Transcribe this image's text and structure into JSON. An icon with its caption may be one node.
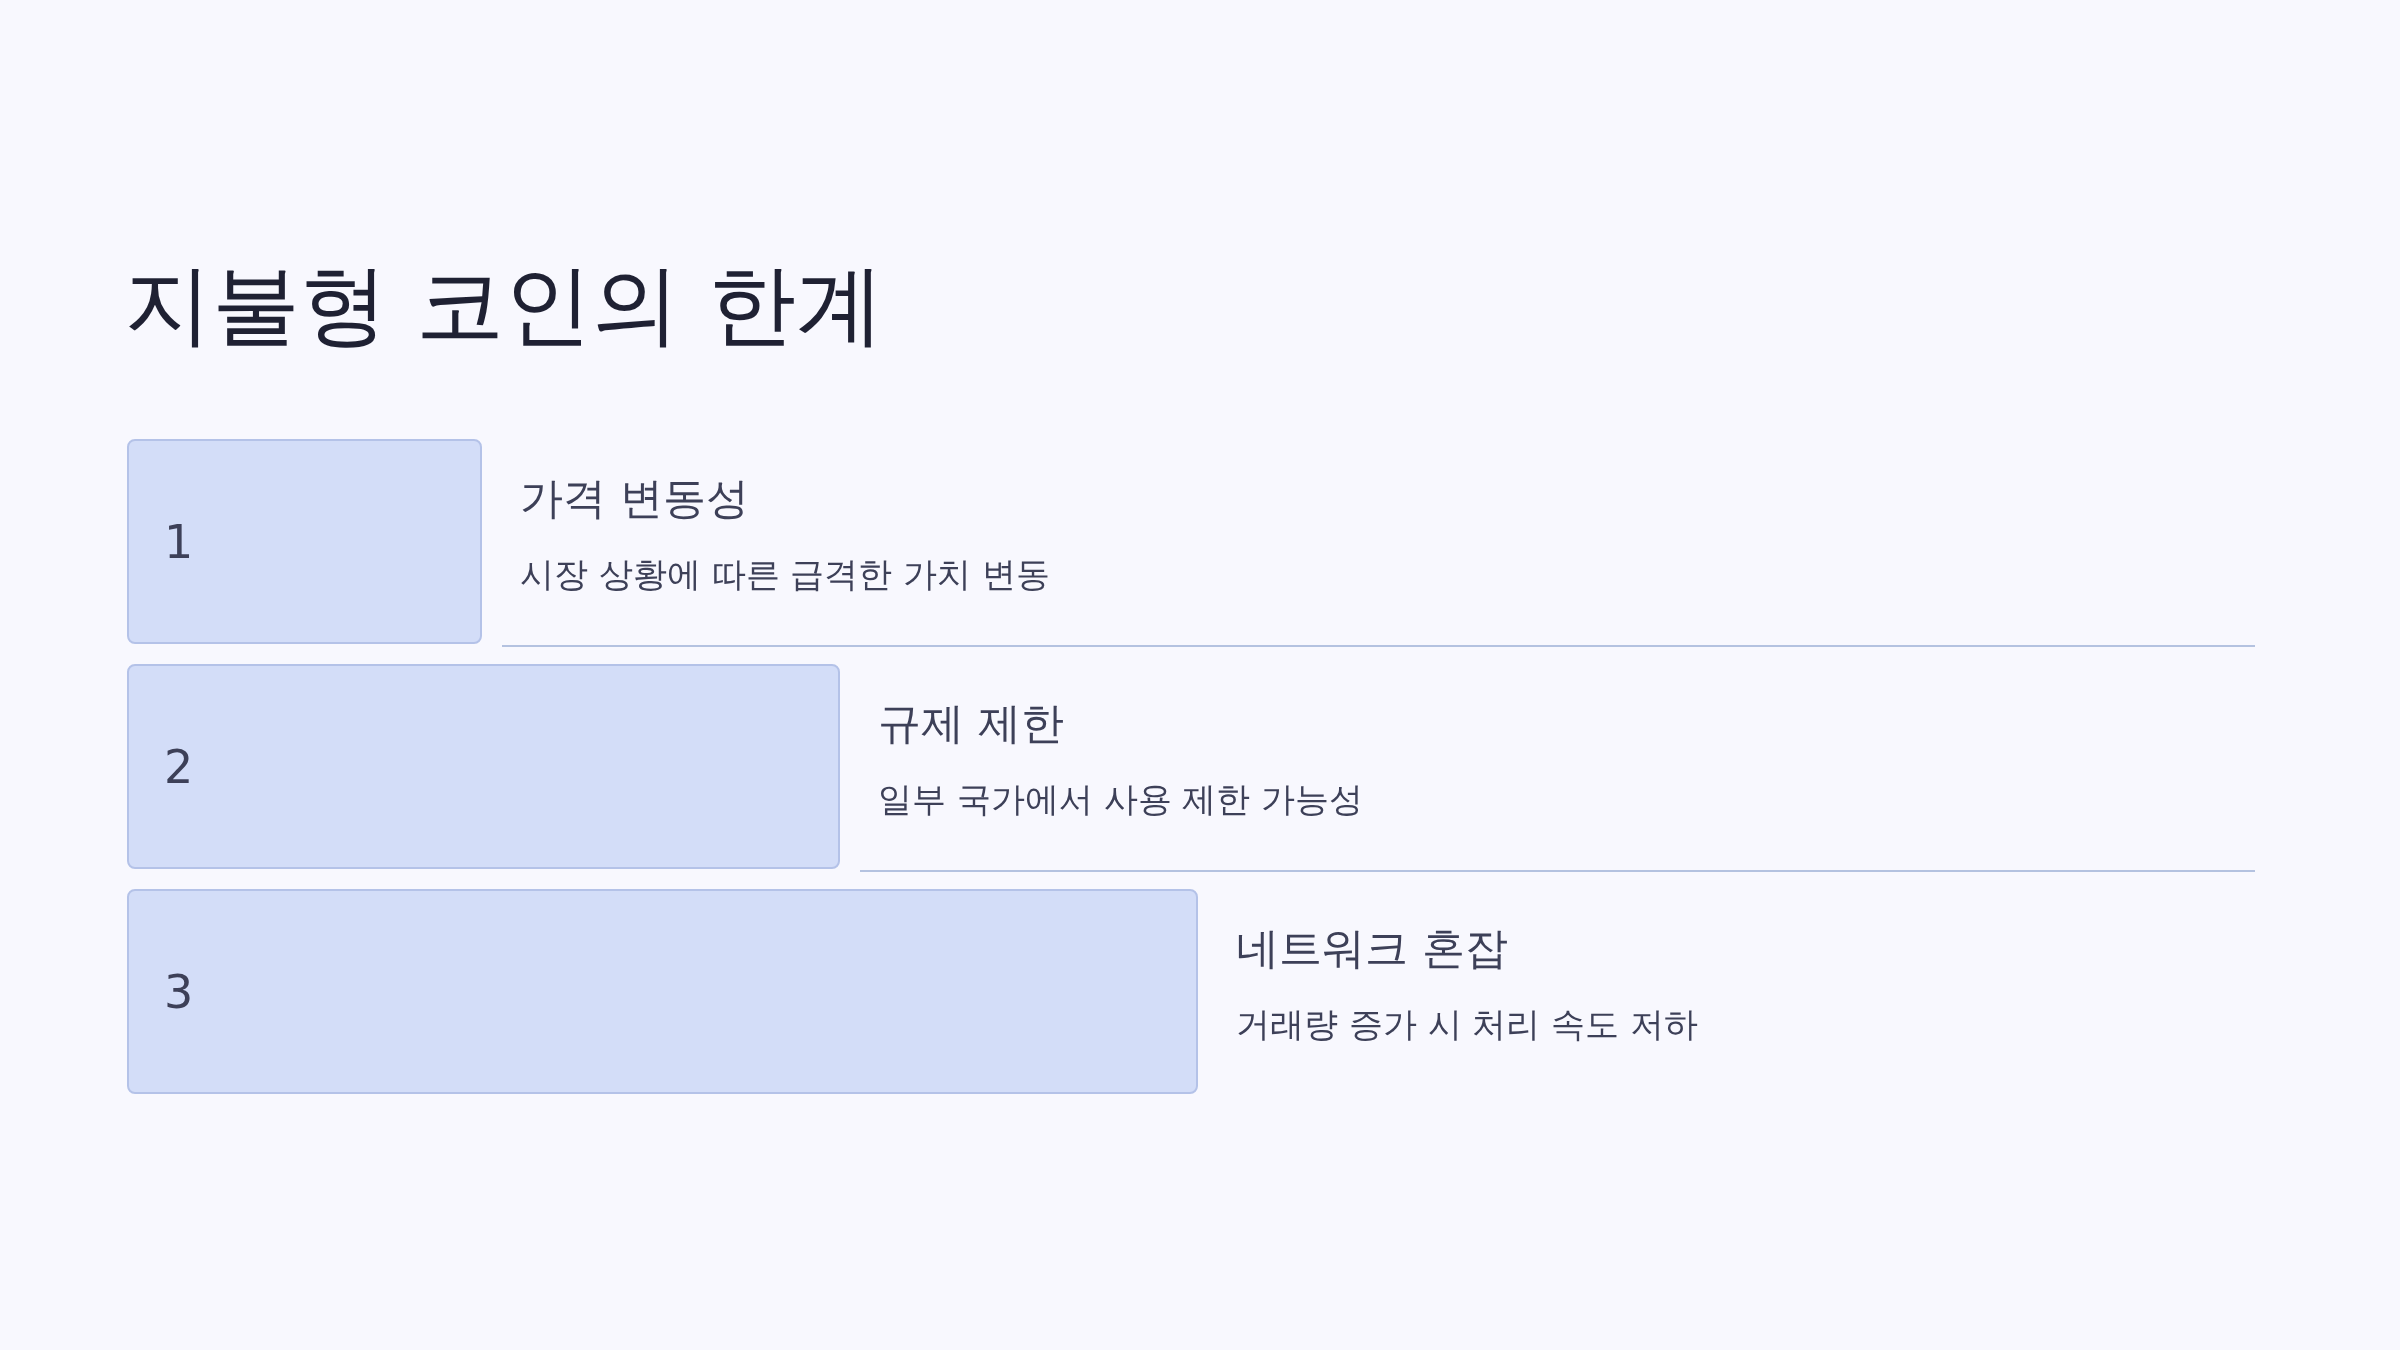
{
  "diagram": {
    "title": "지불형 코인의 한계",
    "nodes": [
      {
        "text": [
          "1"
        ],
        "beside": [
          "가격 변동성",
          "시장 상황에 따른 급격한 가치 변동"
        ]
      },
      {
        "text": [
          "2"
        ],
        "beside": [
          "규제 제한",
          "일부 국가에서 사용 제한 가능성"
        ]
      },
      {
        "text": [
          "3"
        ],
        "beside": [
          "네트워크 혼잡",
          "거래량 증가 시 처리 속도 저하"
        ]
      }
    ]
  }
}
